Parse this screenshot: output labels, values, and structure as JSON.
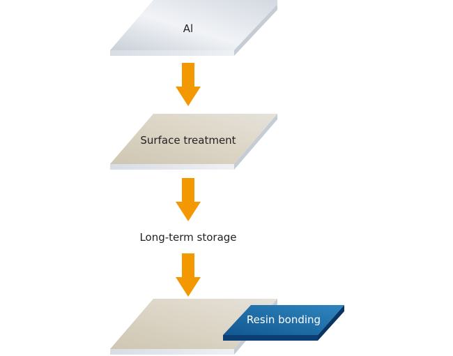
{
  "plates": [
    {
      "label": "Al"
    },
    {
      "label": "Surface treatment"
    },
    {
      "label": ""
    }
  ],
  "steps": {
    "storage_label": "Long-term storage"
  },
  "resin": {
    "label": "Resin bonding"
  },
  "colors": {
    "arrow": "#f39800",
    "al_plate_top": "#dfe4ea",
    "treated_plate_top": "#d9d2c2",
    "plate_edge": "#e4e8ee",
    "resin_top": "#1f6ea6",
    "resin_side": "#0b3f73"
  }
}
